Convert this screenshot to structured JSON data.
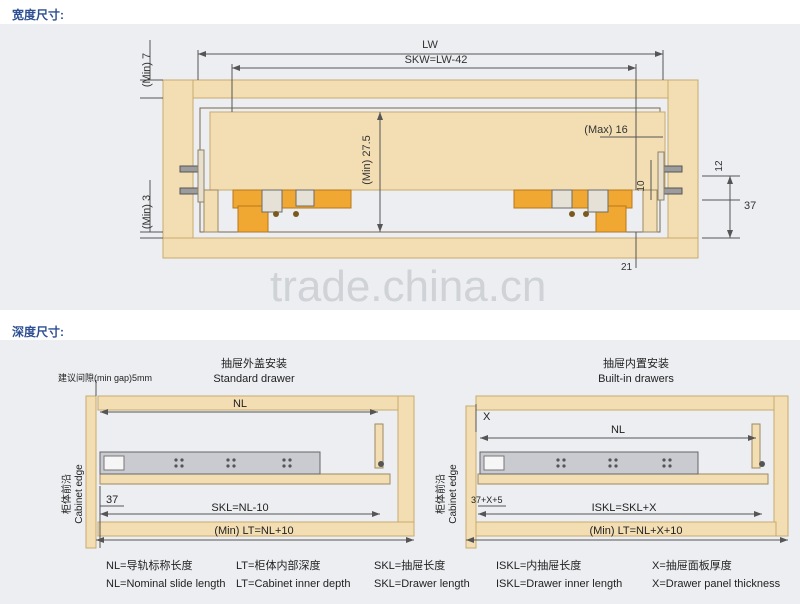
{
  "sections": {
    "width": "宽度尺寸:",
    "depth": "深度尺寸:"
  },
  "watermark": "trade.china.cn",
  "colors": {
    "panel": "#f3deb4",
    "panel_edge": "#c9a96b",
    "bracket": "#f1a832",
    "dim": "#555555",
    "rail": "#c9cbd0",
    "header": "#2d4f93"
  },
  "width_view": {
    "lw": "LW",
    "skw": "SKW=LW-42",
    "min7": "(Min) 7",
    "min3": "(Min) 3",
    "min27": "(Min) 27.5",
    "max16": "(Max) 16",
    "d10": "10",
    "d12": "12",
    "d37": "37",
    "d21": "21"
  },
  "depth_left": {
    "title_cn": "抽屉外盖安装",
    "title_en": "Standard drawer",
    "gap": "建议间隙(min gap)5mm",
    "nl": "NL",
    "d37": "37",
    "skl": "SKL=NL-10",
    "lt": "(Min) LT=NL+10",
    "edge_cn": "柜体前沿",
    "edge_en": "Cabinet edge"
  },
  "depth_right": {
    "title_cn": "抽屉内置安装",
    "title_en": "Built-in drawers",
    "x": "X",
    "nl": "NL",
    "d37x5": "37+X+5",
    "iskl": "ISKL=SKL+X",
    "lt": "(Min) LT=NL+X+10",
    "edge_cn": "柜体前沿",
    "edge_en": "Cabinet edge"
  },
  "legend": [
    {
      "cn": "NL=导轨标称长度",
      "en": "NL=Nominal slide length"
    },
    {
      "cn": "LT=柜体内部深度",
      "en": "LT=Cabinet inner depth"
    },
    {
      "cn": "SKL=抽屉长度",
      "en": "SKL=Drawer length"
    },
    {
      "cn": "ISKL=内抽屉长度",
      "en": "ISKL=Drawer inner length"
    },
    {
      "cn": "X=抽屉面板厚度",
      "en": "X=Drawer panel thickness"
    }
  ]
}
